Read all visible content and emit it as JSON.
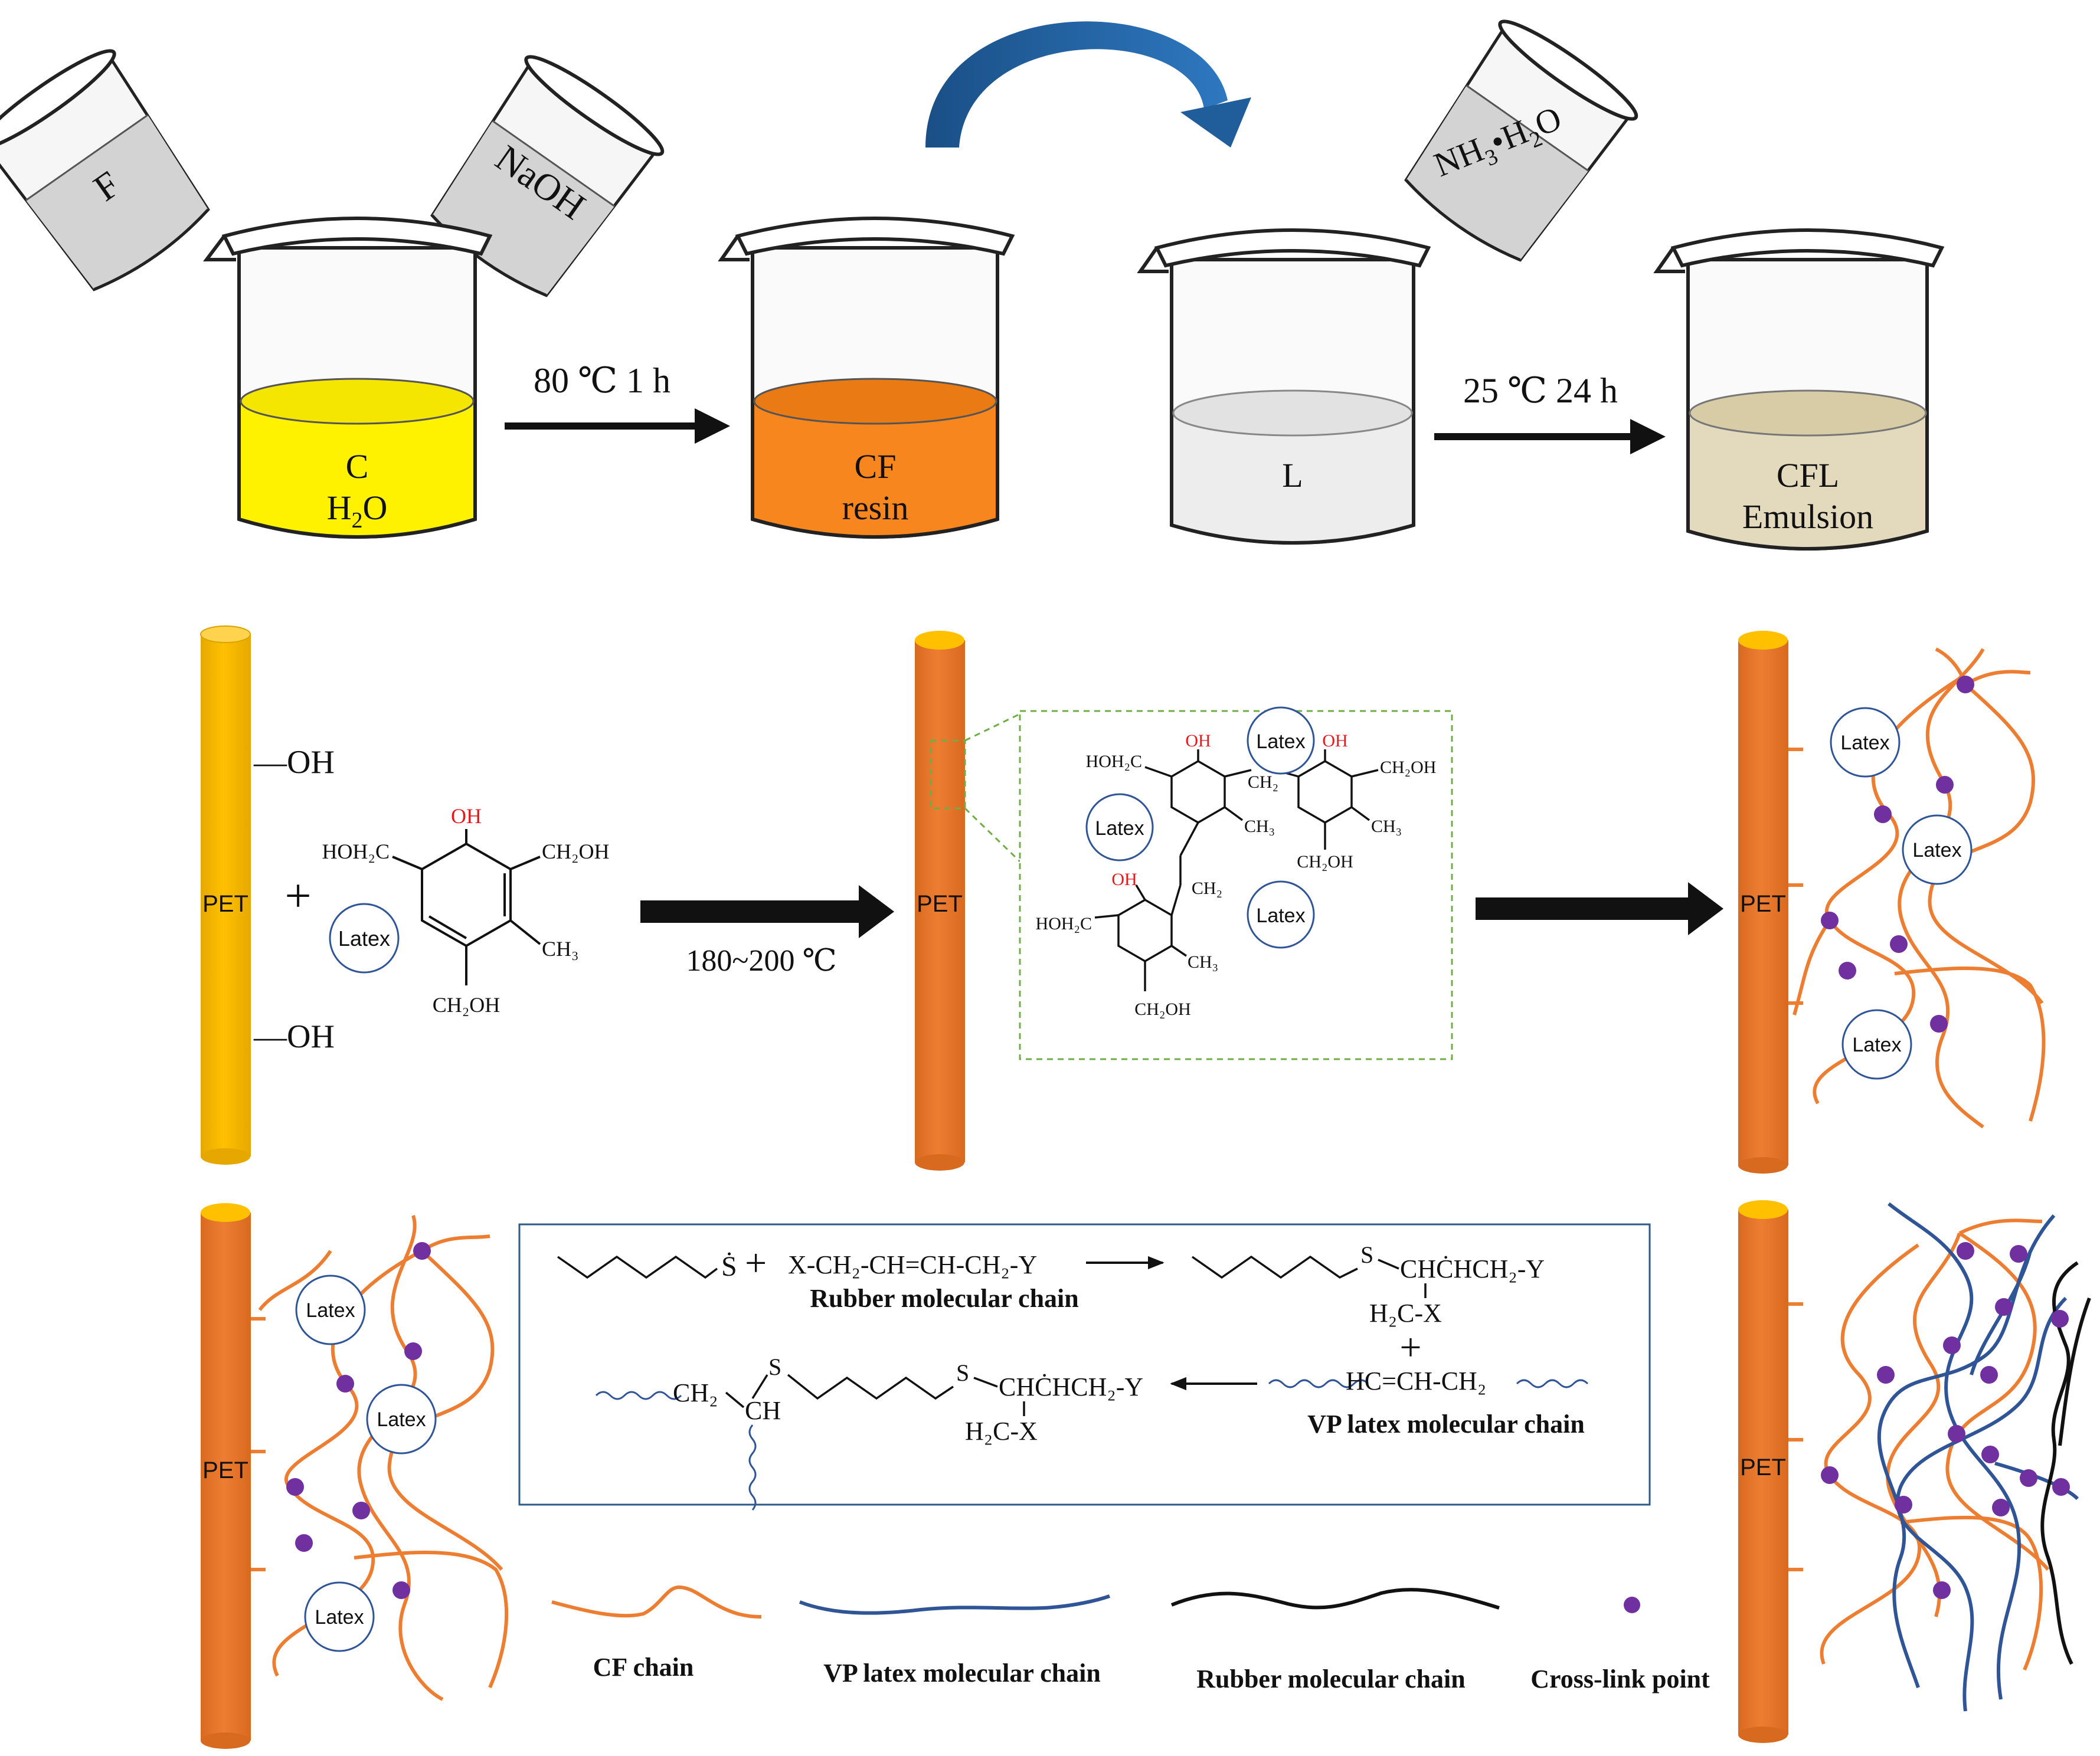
{
  "colors": {
    "cf_chain": "#ED7D31",
    "vp_chain": "#2F5597",
    "rubber_chain": "#111111",
    "crosslink_point": "#7030A0",
    "pet_fiber_raw": "#FFC000",
    "pet_fiber_treated": "#ED7D31",
    "solution_c": "#FFF200",
    "solution_cf": "#F7861E",
    "solution_l": "#EDEDED",
    "solution_cfl": "#E3D9BC",
    "hydroxyl_red": "#E41A1C",
    "curved_arrow": "#1F5D9B"
  },
  "top_row": {
    "pour_f": "F",
    "pour_naoh": "NaOH",
    "pour_nh3_a": "NH",
    "pour_nh3_sub3": "3",
    "pour_nh3_dot": "•",
    "pour_nh3_b": "H",
    "pour_nh3_sub2": "2",
    "pour_nh3_c": "O",
    "beaker1_line1": "C",
    "beaker1_line2_a": "H",
    "beaker1_line2_sub": "2",
    "beaker1_line2_b": "O",
    "beaker2_line1": "CF",
    "beaker2_line2": "resin",
    "beaker3_label": "L",
    "beaker4_line1": "CFL",
    "beaker4_line2": "Emulsion",
    "step1_condition": "80 ℃ 1 h",
    "step2_condition": "25 ℃ 24 h"
  },
  "middle_row": {
    "pet_label": "PET",
    "hydroxyl_top": "—OH",
    "hydroxyl_bottom": "—OH",
    "plus": "+",
    "latex": "Latex",
    "monomer_oh": "OH",
    "monomer_hoh2c": "HOH₂C",
    "monomer_ch2oh_right": "CH₂OH",
    "monomer_ch3": "CH₃",
    "monomer_ch2oh_bottom": "CH₂OH",
    "reaction_condition": "180~200 ℃",
    "inset_oh": "OH",
    "inset_ch2": "CH₂",
    "inset_ch3": "CH₃",
    "inset_hoh2c": "HOH₂C",
    "inset_ch2oh": "CH₂OH"
  },
  "bottom_row": {
    "pet_label": "PET",
    "latex": "Latex",
    "eq1_radical_s": "Ṡ",
    "eq1_plus": "+",
    "eq1_reactant": "X-CH₂-CH=CH-CH₂-Y",
    "eq1_caption": "Rubber molecular chain",
    "eq1_s": "S",
    "eq1_product": "CHĊHCH₂-Y",
    "eq1_h2c": "H₂C-X",
    "eq_plus": "+",
    "eq2_vp": "HC=CH-CH₂",
    "eq2_caption": "VP latex molecular chain",
    "eq3_ch2": "CH₂",
    "eq3_s1": "S",
    "eq3_ch": "CH",
    "eq3_s2": "S",
    "eq3_product": "CHĊHCH₂-Y",
    "eq3_h2c": "H₂C-X"
  },
  "legend": {
    "cf_chain": "CF chain",
    "vp_chain": "VP latex molecular chain",
    "rubber_chain": "Rubber molecular chain",
    "crosslink": "Cross-link point"
  }
}
